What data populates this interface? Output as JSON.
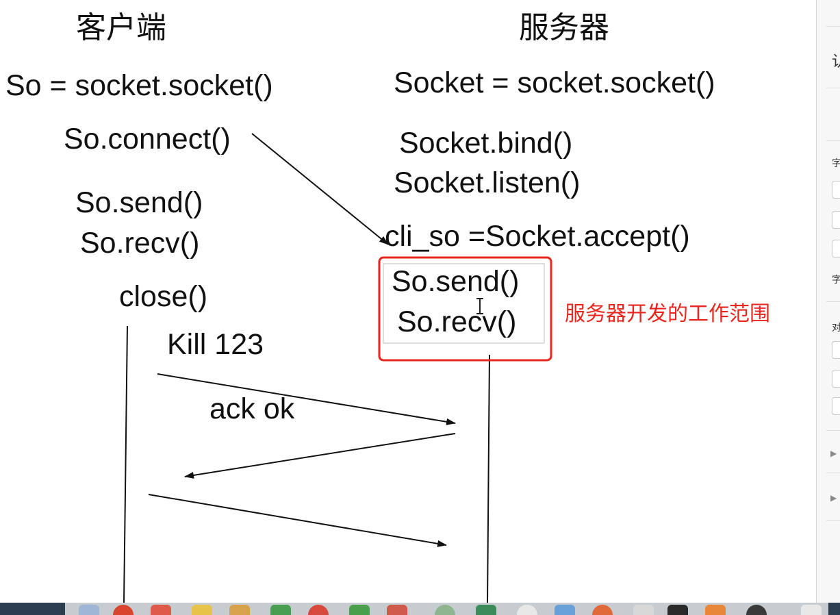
{
  "headers": {
    "client": "客户端",
    "server": "服务器"
  },
  "client": {
    "create": "So = socket.socket()",
    "connect": "So.connect()",
    "send": "So.send()",
    "recv": "So.recv()",
    "close": "close()"
  },
  "server": {
    "create": "Socket = socket.socket()",
    "bind": "Socket.bind()",
    "listen": "Socket.listen()",
    "accept": "cli_so =Socket.accept()",
    "send": "So.send()",
    "recv": "So.recv()"
  },
  "messages": {
    "kill": "Kill 123",
    "ack": "ack ok"
  },
  "annotation": {
    "text": "服务器开发的工作范围",
    "color": "#e8261d"
  },
  "sidebar": {
    "glyphs": [
      "认",
      "字",
      "字",
      "对"
    ]
  },
  "icons": {
    "cursor": "text-cursor-icon",
    "expand": "disclosure-triangle-icon"
  }
}
